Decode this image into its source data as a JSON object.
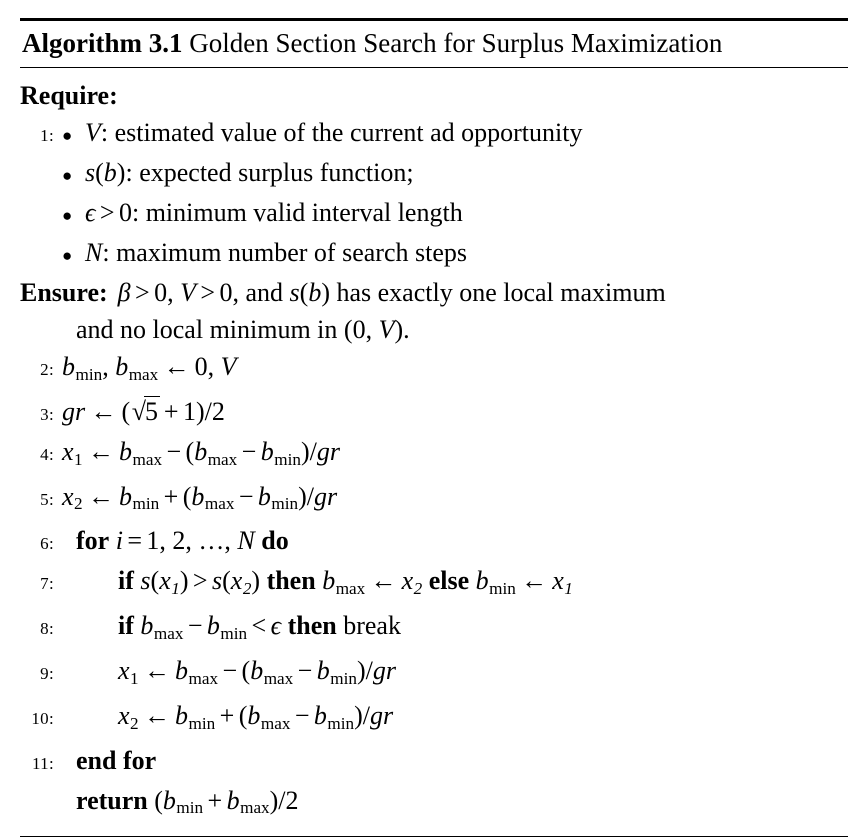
{
  "algorithm": {
    "caption_keyword": "Algorithm 3.1",
    "caption_title": "Golden Section Search for Surplus Maximization",
    "require_label": "Require:",
    "ensure_label": "Ensure:",
    "bullet_glyph": "●",
    "requires": [
      {
        "number": "1:",
        "symbol": "V",
        "text": ": estimated value of the current ad opportunity"
      },
      {
        "number": "",
        "symbol": "s(b)",
        "text": ": expected surplus function;"
      },
      {
        "number": "",
        "symbol": "ϵ > 0",
        "text": ": minimum valid interval length"
      },
      {
        "number": "",
        "symbol": "N",
        "text": ": maximum number of search steps"
      }
    ],
    "ensure": {
      "line1": "β > 0, V > 0, and s(b) has exactly one local maximum",
      "line2": "and no local minimum in (0, V)."
    },
    "steps": [
      {
        "number": "2:",
        "indent": 0,
        "code": "b_min, b_max ← 0, V"
      },
      {
        "number": "3:",
        "indent": 0,
        "code": "gr ← (√5 + 1)/2"
      },
      {
        "number": "4:",
        "indent": 0,
        "code": "x_1 ← b_max − (b_max − b_min)/gr"
      },
      {
        "number": "5:",
        "indent": 0,
        "code": "x_2 ← b_min + (b_max − b_min)/gr"
      },
      {
        "number": "6:",
        "indent": 0,
        "code": "for i = 1, 2, …, N do"
      },
      {
        "number": "7:",
        "indent": 2,
        "code": "if s(x_1) > s(x_2) then b_max ← x_2 else b_min ← x_1"
      },
      {
        "number": "8:",
        "indent": 2,
        "code": "if b_max − b_min < ϵ then break"
      },
      {
        "number": "9:",
        "indent": 2,
        "code": "x_1 ← b_max − (b_max − b_min)/gr"
      },
      {
        "number": "10:",
        "indent": 2,
        "code": "x_2 ← b_min + (b_max − b_min)/gr"
      },
      {
        "number": "11:",
        "indent": 0,
        "code": "end for"
      },
      {
        "number": "",
        "indent": 0,
        "code": "return (b_min + b_max)/2"
      }
    ],
    "keywords": [
      "for",
      "do",
      "if",
      "then",
      "else",
      "end for",
      "return"
    ],
    "colors": {
      "text": "#000000",
      "background": "#ffffff",
      "rule": "#000000"
    }
  }
}
